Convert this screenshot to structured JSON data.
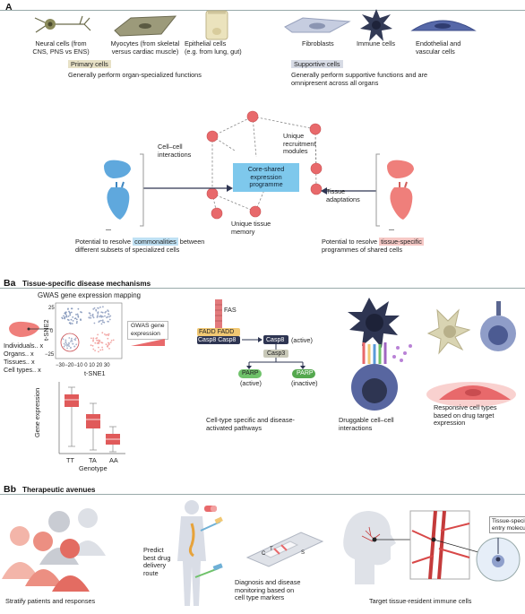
{
  "panel_labels": {
    "a": "A",
    "ba": "Ba",
    "bb": "Bb"
  },
  "section_a": {
    "primary_cells": [
      "Neural cells (from\nCNS, PNS vs ENS)",
      "Myocytes (from skeletal\nversus cardiac muscle)",
      "Epithelial cells\n(e.g. from lung, gut)"
    ],
    "supportive_cells": [
      "Fibroblasts",
      "Immune cells",
      "Endothelial and\nvascular cells"
    ],
    "primary_tag": "Primary cells",
    "primary_desc": "Generally perform organ-specialized functions",
    "supportive_tag": "Supportive cells",
    "supportive_desc": "Generally perform supportive functions and are\nomnipresent across all organs",
    "core_box": "Core-shared\nexpression\nprogramme",
    "cell_cell": "Cell–cell\ninteractions",
    "recruitment": "Unique\nrecruitment\nmodules",
    "memory": "Unique tissue\nmemory",
    "adaptations": "Tissue\nadaptations",
    "ellipsis": "...",
    "left_caption_pre": "Potential to resolve ",
    "left_caption_hl": "commonalities",
    "left_caption_post": " between",
    "left_caption_line2": "different subsets of specialized cells",
    "right_caption_pre": "Potential to resolve ",
    "right_caption_hl": "tissue-specific",
    "right_caption_line2": "programmes of shared cells"
  },
  "section_ba": {
    "title": "Tissue-specific disease mechanisms",
    "gwas_title": "GWAS gene expression mapping",
    "tsne_x": "t-SNE1",
    "tsne_y": "t-SNE2",
    "tsne_xticks": "−30−20−10  0  10  20  30",
    "tsne_yticks": [
      "25",
      "0",
      "−25"
    ],
    "gwas_legend": "GWAS gene\nexpression",
    "levels": [
      "Individuals.. x",
      "Organs.. x",
      "Tissues.. x",
      "Cell types.. x"
    ],
    "boxplot_ylabel": "Gene expression",
    "boxplot_xlabel": "Genotype",
    "genotypes": [
      "TT",
      "TA",
      "AA"
    ],
    "pathway": {
      "fas": "FAS",
      "fadd": "FADD",
      "casp8": "Casp8",
      "casp8_active": "Casp8",
      "active_note": "(active)",
      "casp3": "Casp3",
      "parp": "PARP",
      "parp_active": "(active)",
      "parp_inactive": "(inactive)"
    },
    "captions": [
      "Cell-type specific and disease-\nactivated pathways",
      "Druggable cell–cell\ninteractions",
      "Responsive cell types\nbased on drug target\nexpression"
    ]
  },
  "section_bb": {
    "title": "Therapeutic avenues",
    "captions": [
      "Stratify patients and responses",
      "Predict\nbest drug\ndelivery\nroute",
      "Diagnosis and disease\nmonitoring based on\ncell type markers",
      "Target tissue-resident immune cells"
    ],
    "test_letters": [
      "C",
      "T",
      "S"
    ],
    "entry_label": "Tissue-specific\nentry molecules"
  },
  "colors": {
    "node": "#e8696b",
    "core_box": "#7ec8ec",
    "organ_blue": "#5fa8dd",
    "organ_pink": "#ef7f7b",
    "box_red": "#e05a5a",
    "dark_navy": "#2e3552"
  },
  "chart_data": {
    "type": "box",
    "title": "",
    "xlabel": "Genotype",
    "ylabel": "Gene expression",
    "categories": [
      "TT",
      "TA",
      "AA"
    ]
  }
}
